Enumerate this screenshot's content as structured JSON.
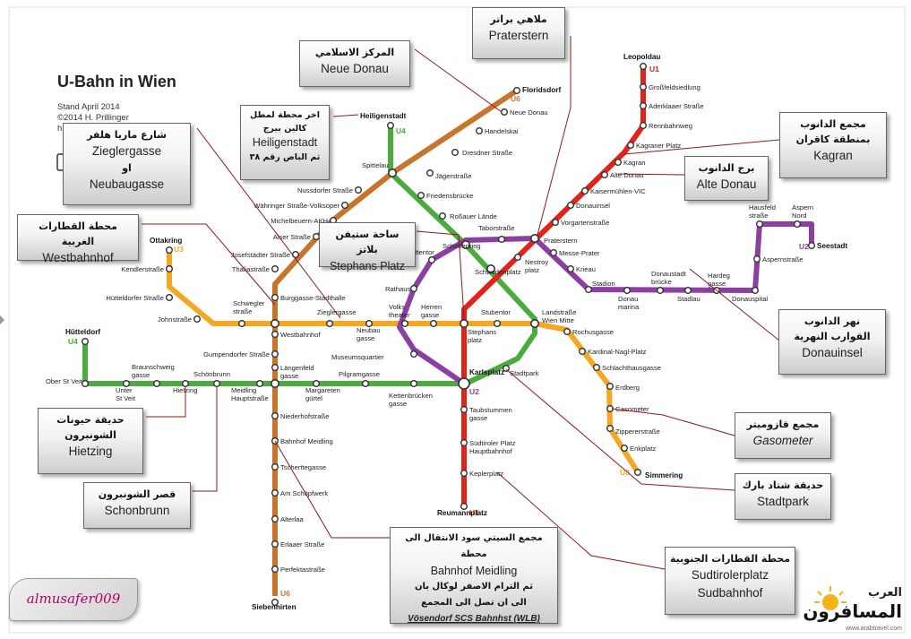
{
  "map": {
    "title": "U-Bahn in Wien",
    "stand": "Stand April 2014",
    "copyright": "©2014 H. Prillinger",
    "copyright_cont": "h",
    "colors": {
      "U1": "#e2231a",
      "U2": "#8b3fa0",
      "U3": "#f5a623",
      "U4": "#4aab3f",
      "U6": "#c8742b"
    },
    "line_labels": [
      "U1",
      "U1",
      "U2",
      "U2",
      "U3",
      "U3",
      "U4",
      "U4",
      "U6",
      "U6"
    ],
    "stations": {
      "u6": [
        "Floridsdorf",
        "Neue Donau",
        "Handelskai",
        "Dresdner Straße",
        "Jägerstraße",
        "Spittelau",
        "Nussdorfer Straße",
        "Währinger Straße-Volksoper",
        "Michelbeuern-AKH",
        "Alser Straße",
        "Josefstädter Straße",
        "Thaliastraße",
        "Burggasse-Stadthalle",
        "Westbahnhof",
        "Gumpendorfer Straße",
        "Längenfeld-gasse",
        "Niederhofstraße",
        "Bahnhof Meidling",
        "Tscherttegasse",
        "Am Schöpfwerk",
        "Alterlaa",
        "Erlaaer Straße",
        "Perfektastraße",
        "Siebenhirten"
      ],
      "u4": [
        "Heiligenstadt",
        "Friedensbrücke",
        "Roßauer Lände",
        "Schottenring",
        "Schwedenplatz",
        "Landstraße Wien Mitte",
        "Stadtpark",
        "Karlsplatz",
        "Kettenbrücken-gasse",
        "Pilgramgasse",
        "Margareten-gürtel",
        "Meidling Hauptstraße",
        "Schönbrunn",
        "Hietzing",
        "Braunschweig-gasse",
        "Unter St Veit",
        "Ober St Veit",
        "Hütteldorf"
      ],
      "u3": [
        "Ottakring",
        "Kendlerstraße",
        "Hütteldorfer Straße",
        "Johnstraße",
        "Schwegler-straße",
        "Zieglergasse",
        "Neubau-gasse",
        "Volks-theater",
        "Herren-gasse",
        "Stubentor",
        "Rochusgasse",
        "Kardinal-Nagl-Platz",
        "Schlachthausgasse",
        "Erdberg",
        "Gasometer",
        "Zippererstraße",
        "Enkplatz",
        "Simmering",
        "Stephans-platz"
      ],
      "u1": [
        "Leopoldau",
        "Großfeldsiedlung",
        "Aderklaaer Straße",
        "Rennbahnweg",
        "Kagraner Platz",
        "Kagran",
        "Alte Donau",
        "Kaisermühlen-VIC",
        "Donauinsel",
        "Vorgartenstraße",
        "Praterstern",
        "Nestroy-platz",
        "Taubstummen-gasse",
        "Südtiroler Platz Hauptbahnhof",
        "Keplerplatz",
        "Reumannplatz"
      ],
      "u2": [
        "Taborstraße",
        "Messe-Prater",
        "Krieau",
        "Stadion",
        "Donau-marina",
        "Donaustadt-brücke",
        "Stadlau",
        "Hardeg-gasse",
        "Donauspital",
        "Aspernstraße",
        "Hausfeld-straße",
        "Aspern Nord",
        "Seestadt",
        "Schottentor",
        "Rathaus",
        "Museumsquartier"
      ]
    }
  },
  "callouts": {
    "praterstern": {
      "ar": "ملاهي براتر",
      "en": "Praterstern"
    },
    "neue_donau": {
      "ar": "المركز الاسلامي",
      "en": "Neue Donau"
    },
    "heiligenstadt": {
      "ar1": "اخر محطة لمطل",
      "ar2": "كالين بيرج",
      "en": "Heiligenstadt",
      "ar3": "ثم الباص رقم ٣٨"
    },
    "zieglergasse": {
      "ar": "شارع ماريا هلفر",
      "en1": "Zieglergasse",
      "ar2": "او",
      "en2": "Neubaugasse"
    },
    "westbahnhof": {
      "ar": "محطة القطارات الغربية",
      "en": "Westbahnhof"
    },
    "stephansplatz": {
      "ar": "ساحة ستيفن بلاتز",
      "en": "Stephans Platz"
    },
    "kagran": {
      "ar1": "مجمع الدانوب",
      "ar2": "بمنطقة كاقران",
      "en": "Kagran"
    },
    "alte_donau": {
      "ar": "برج الدانوب",
      "en": "Alte Donau"
    },
    "donauinsel": {
      "ar1": "نهر الدانوب",
      "ar2": "القوارب النهرية",
      "en": "Donauinsel"
    },
    "gasometer": {
      "ar": "مجمع قازوميتر",
      "en": "Gasometer"
    },
    "stadtpark": {
      "ar": "حديقة شتاد بارك",
      "en": "Stadtpark"
    },
    "hietzing": {
      "ar1": "حديقة حيونات",
      "ar2": "الشونبرون",
      "en": "Hietzing"
    },
    "schonbrunn": {
      "ar": "قصر الشونبرون",
      "en": "Schonbrunn"
    },
    "meidling": {
      "ar1": "مجمع السيتي سود الانتقال الى محطة",
      "en": "Bahnhof Meidling",
      "ar2": "ثم الترام الاصفر لوكال بان",
      "ar3": "الى ان تصل الى المجمع",
      "en2": "Vösendorf SCS Bahnhst (WLB)"
    },
    "sudbahnhof": {
      "ar": "محطة القطارات الجنوبية",
      "en1": "Sudtirolerplatz",
      "en2": "Sudbahnhof"
    }
  },
  "signature": "almusafer009",
  "logo": {
    "line1": "العرب",
    "line2": "المسافرون",
    "url": "www.arabtravel.com"
  }
}
